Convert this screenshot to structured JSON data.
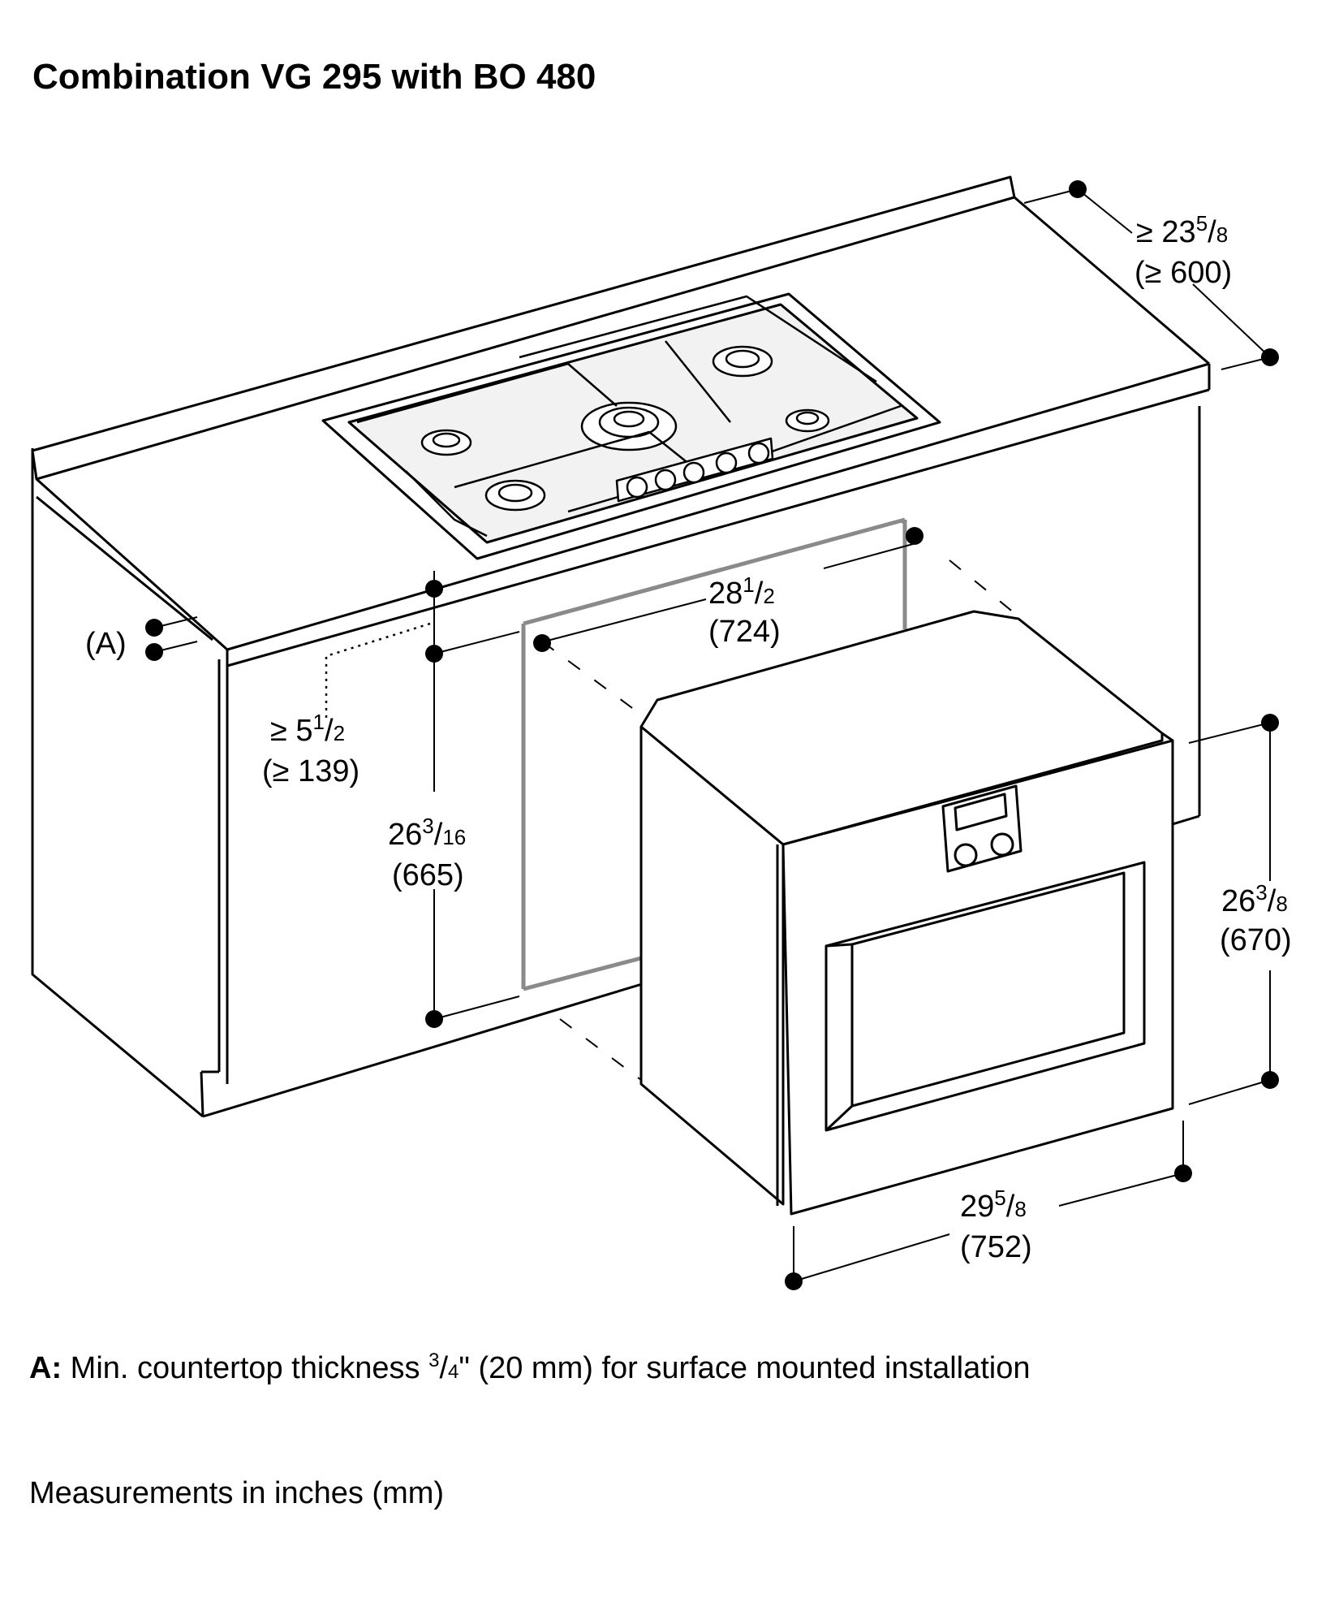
{
  "title": "Combination VG 295 with BO 480",
  "dimensions": {
    "depth": {
      "main": "≥ 23",
      "num": "5",
      "den": "8",
      "metric": "(≥ 600)"
    },
    "width_niche": {
      "main": "28",
      "num": "1",
      "den": "2",
      "metric": "(724)"
    },
    "gap_top": {
      "main": "≥ 5",
      "num": "1",
      "den": "2",
      "metric": "(≥ 139)"
    },
    "height_niche": {
      "main": "26",
      "num": "3",
      "den": "16",
      "metric": "(665)"
    },
    "height_oven": {
      "main": "26",
      "num": "3",
      "den": "8",
      "metric": "(670)"
    },
    "width_oven": {
      "main": "29",
      "num": "5",
      "den": "8",
      "metric": "(752)"
    },
    "countertop_label": "(A)"
  },
  "notes": {
    "a_label": "A:",
    "a_text_before": " Min. countertop thickness ",
    "a_num": "3",
    "a_den": "4",
    "a_text_after": "\" (20 mm) for surface mounted installation",
    "units": "Measurements in inches (mm)"
  },
  "colors": {
    "line": "#000000",
    "cutout": "#8a8a8a",
    "hob_fill": "#e8e8e8"
  }
}
